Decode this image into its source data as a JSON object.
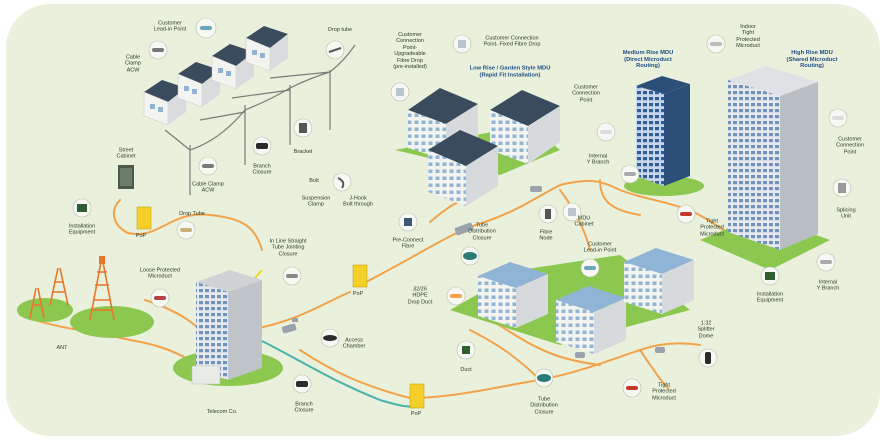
{
  "colors": {
    "background": "#e9f1dc",
    "outer": "#ffffff",
    "fibre_orange": "#f2a24a",
    "fibre_teal": "#49b2aa",
    "pole_line": "#7a7a7a",
    "cabinet_yellow": "#f4cf2a",
    "grass": "#8cc84f",
    "roof_dark": "#3b4b5e",
    "wall_light": "#f3f3f0",
    "window_blue": "#8fb4d6",
    "accent_header": "#1f4d86",
    "tower_orange": "#e8752a"
  },
  "labels": {
    "customer_lead_in_point_top": "Customer\nLead-in Point",
    "cable_clamp_acw_top": "Cable\nClamp\nACW",
    "drop_tube_top": "Drop tube",
    "street_cabinet": "Street\nCabinet",
    "branch_closure_top": "Branch\nClosure",
    "bracket": "Bracket",
    "cable_clamp_acw_mid": "Cable Clamp\nACW",
    "bolt": "Bolt",
    "suspension_clamp": "Suspension\nClamp",
    "j_hook": "J-Hook\nBolt through",
    "installation_equipment_left": "Installation\nEquipment",
    "drop_tube_mid": "Drop Tube",
    "pop_1": "PoP",
    "in_line_closure": "In Line Straight\nTube Jointing\nClosure",
    "loose_protected_microduct": "Loose Protected\nMicroduct",
    "ant": "ANT",
    "pop_2": "PoP",
    "access_chamber": "Access\nChamber",
    "telecom_co": "Telecom Co.",
    "branch_closure_bottom": "Branch\nClosure",
    "customer_connection_point_top": "Customer\nConnection\nPoint-\nUpgradeable\nFibre Drop\n(pre-installed)",
    "customer_connection_point_fixed": "Customer Connection\nPoint- Fixed Fibre Drop",
    "low_rise_header": "Low Rise / Garden Style MDU\n(Rapid Fit Installation)",
    "pre_connect_fibre": "Pre-Connect\nFibre",
    "tube_distribution_closure_top": "Tube\nDistribution\nClosure",
    "fibre_node": "Fibre\nNode",
    "mdu_cabinet": "MDU\nCabinet",
    "customer_lead_in_point_mid": "Customer\nLead-in Point",
    "hdpe_drop_duct": "32/26\nHDPE\nDrop Duct",
    "duct": "Duct",
    "pop_3": "PoP",
    "tube_distribution_closure_bottom": "Tube\nDistribution\nClosure",
    "splitter_dome": "1:32\nSplitter\nDome",
    "tight_protected_microduct_bottom": "Tight\nProtected\nMicroduct",
    "medium_rise_header": "Medium Rise MDU\n(Direct Microduct\nRouting)",
    "customer_connection_point_mid": "Customer\nConnection\nPoint",
    "internal_y_branch_mid": "Internal\nY Branch",
    "indoor_tight_microduct": "Indoor\nTight\nProtected\nMicroduct",
    "high_rise_header": "High Rise MDU\n(Shared Microduct\nRouting)",
    "customer_connection_point_right": "Customer\nConnection\nPoint",
    "tight_protected_microduct_mid": "Tight\nProtected\nMicroduct",
    "splicing_unit": "Splicing\nUnit",
    "installation_equipment_right": "Installation\nEquipment",
    "internal_y_branch_right": "Internal\nY Branch"
  }
}
